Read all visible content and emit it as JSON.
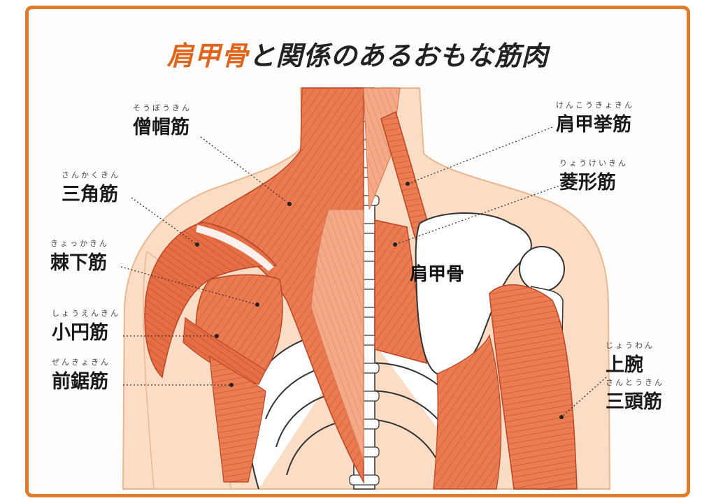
{
  "title": {
    "accent": "肩甲骨",
    "rest": "と関係のあるおもな筋肉"
  },
  "scapula_label": "肩甲骨",
  "labels": {
    "trapezius": {
      "ruby": "そうぼうきん",
      "name": "僧帽筋"
    },
    "deltoid": {
      "ruby": "さんかくきん",
      "name": "三角筋"
    },
    "infraspinatus": {
      "ruby": "きょっかきん",
      "name": "棘下筋"
    },
    "teres_minor": {
      "ruby": "しょうえんきん",
      "name": "小円筋"
    },
    "serratus": {
      "ruby": "ぜんきょきん",
      "name": "前鋸筋"
    },
    "levator": {
      "ruby": "けんこうきょきん",
      "name": "肩甲挙筋"
    },
    "rhomboid": {
      "ruby": "りょうけいきん",
      "name": "菱形筋"
    },
    "triceps": {
      "ruby1": "じょうわん",
      "name1": "上腕",
      "ruby2": "さんとうきん",
      "name2": "三頭筋"
    }
  },
  "colors": {
    "frame": "#e07c2c",
    "accent": "#e0641c",
    "muscle": "#e8714a",
    "muscle_light": "#f3a27f",
    "skin": "#fbdcc4",
    "bone": "#ffffff",
    "bone_outline": "#333333"
  }
}
